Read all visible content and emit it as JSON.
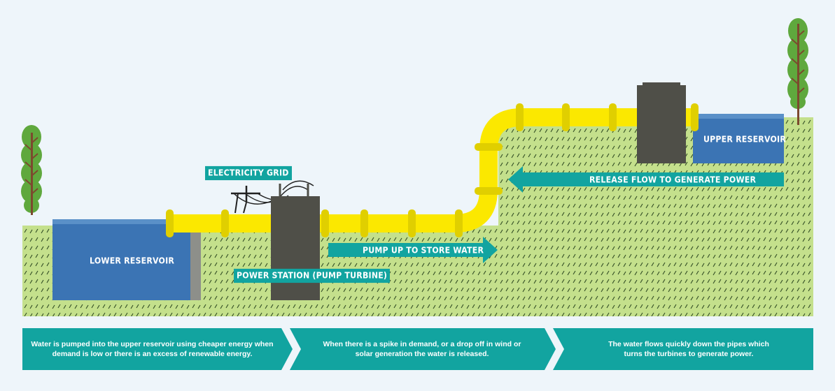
{
  "labels": {
    "electricity_grid": "ELECTRICITY GRID",
    "lower_reservoir": "LOWER RESERVOIR",
    "upper_reservoir": "UPPER RESERVOIR",
    "power_station": "POWER STATION (PUMP TURBINE)",
    "pump_up": "PUMP UP TO STORE WATER",
    "release_flow": "RELEASE FLOW TO GENERATE POWER"
  },
  "steps": [
    {
      "text": "Water is pumped into the upper reservoir using cheaper energy when demand is low or there is an excess of renewable energy."
    },
    {
      "text": "When there is a spike in demand, or a drop off in wind or solar generation the water is released."
    },
    {
      "text": "The water flows quickly down the pipes which turns the turbines to generate power."
    }
  ],
  "colors": {
    "background": "#eef5fa",
    "ground": "#c4e08c",
    "water": "#3b74b4",
    "pipe": "#fbe800",
    "pipe_joint": "#e0cf00",
    "building": "#4f4f48",
    "teal": "#12a4a0",
    "tree": "#5fa83d",
    "trunk": "#7c4a2e"
  }
}
